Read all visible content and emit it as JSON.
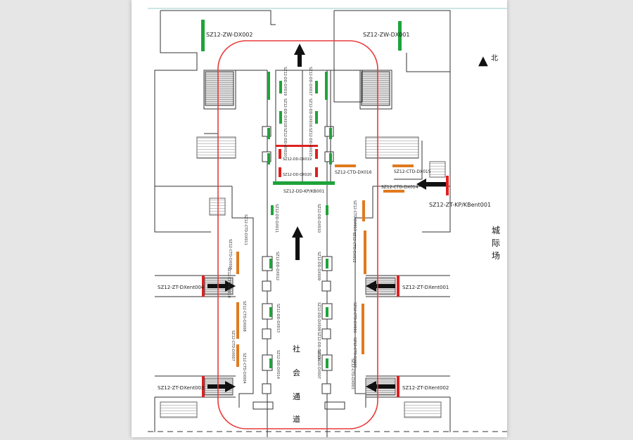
{
  "labels": {
    "zw_dx002": "SZ12-ZW-DX002",
    "zw_dx001": "SZ12-ZW-DX001",
    "zt_dxent004": "SZ12-ZT-DXent004",
    "zt_dxent001": "SZ12-ZT-DXent001",
    "zt_dxent003": "SZ12-ZT-DXent003",
    "zt_dxent002": "SZ12-ZT-DXent002",
    "zt_kp_kbent001": "SZ12-ZT-KP/KBent001",
    "dd_kp_kb001": "SZ12-DD-KP/KB001",
    "ctd_dx016": "SZ12-CTD-DX016",
    "ctd_dx015": "SZ12-CTD-DX015",
    "ctd_dx014": "SZ12-CTD-DX014",
    "dd_dx019": "SZ12-DD-DX019",
    "dd_dx020": "SZ12-DD-DX020"
  },
  "north": {
    "arrow": "▲",
    "char": "北"
  },
  "side_label": [
    "城",
    "际",
    "场"
  ],
  "center_label": [
    "社",
    "会",
    "通",
    "道"
  ],
  "vertical_codes": [
    "SZ12-DD-DX019",
    "SZ12-DD-DX017",
    "SZ12-DD-DX018",
    "SZ12-DD-DX016",
    "SZ12-DD-DX020",
    "SZ12-DD-DX015",
    "SZ12-DD-DX011",
    "SZ12-DD-DX010",
    "SZ12-CTD-DX011",
    "SZ12-CTD-DX013",
    "SZ12-CTD-DX012",
    "SZ12-DD-DX009",
    "SZ12-CTD-DX009",
    "SZ12-CTD-DX010",
    "SZ12-DD-DX012",
    "SZ12-DD-DX008",
    "SZ12-CTD-DX008",
    "SZ12-CTD-DX007",
    "SZ12-DD-DX013",
    "SZ12-DD-DX006",
    "SZ12-CTD-DX006",
    "SZ12-CTD-DX005",
    "SZ12-DD-DX014",
    "SZ12-DD-DX007",
    "SZ12-CTD-DX004",
    "SZ12-CTD-DX003"
  ],
  "colors": {
    "green": "#1fa33a",
    "orange": "#e07a1f",
    "red": "#e02020",
    "route": "#e83a3a",
    "line": "#333333"
  }
}
